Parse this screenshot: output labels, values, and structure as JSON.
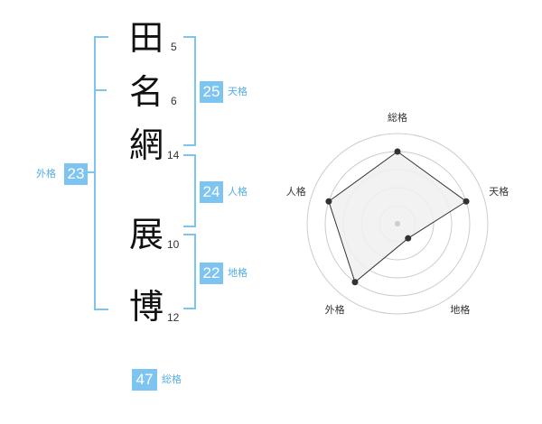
{
  "name": {
    "characters": [
      {
        "char": "田",
        "strokes": "5"
      },
      {
        "char": "名",
        "strokes": "6"
      },
      {
        "char": "網",
        "strokes": "14"
      },
      {
        "char": "展",
        "strokes": "10"
      },
      {
        "char": "博",
        "strokes": "12"
      }
    ]
  },
  "kakusu": {
    "tenkaku": {
      "value": "25",
      "label": "天格"
    },
    "jinkaku": {
      "value": "24",
      "label": "人格"
    },
    "chikaku": {
      "value": "22",
      "label": "地格"
    },
    "gaikaku": {
      "value": "23",
      "label": "外格"
    },
    "soukaku": {
      "value": "47",
      "label": "総格"
    }
  },
  "chart_data": {
    "type": "radar",
    "axes": [
      "総格",
      "天格",
      "地格",
      "外格",
      "人格"
    ],
    "values": [
      4,
      4,
      1,
      4,
      4
    ],
    "max": 5,
    "rings": 5,
    "colors": {
      "fill": "#f0f0f0",
      "line": "#333333",
      "ring": "#cccccc",
      "badge": "#7ec4f0"
    }
  }
}
